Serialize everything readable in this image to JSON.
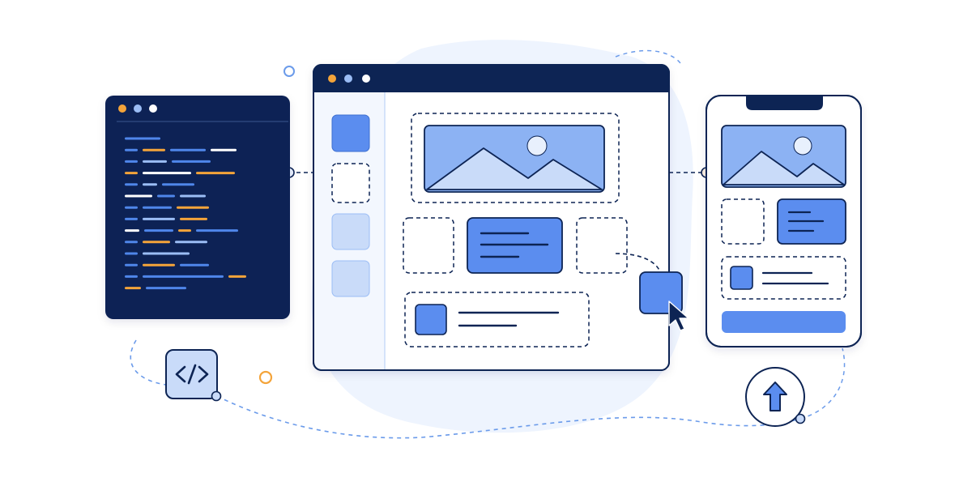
{
  "colors": {
    "navy": "#0d2454",
    "blue": "#5b8def",
    "blue_light": "#c9dbf9",
    "blue_pale": "#e8f0fd",
    "window_bg": "#f3f7fe",
    "orange": "#f4a43a",
    "blob": "#eef4fe",
    "dash": "#6b9bea"
  },
  "icons": {
    "code_editor": "code-editor-window",
    "code_badge": "code-brackets-icon",
    "upload_badge": "upload-arrow-icon",
    "cursor": "mouse-pointer-icon",
    "image": "image-placeholder-icon"
  },
  "code_lines": [
    [
      {
        "c": "blue",
        "w": 44
      }
    ],
    [
      {
        "c": "blue",
        "w": 16
      },
      {
        "c": "orange",
        "w": 28
      },
      {
        "c": "blue",
        "w": 44
      },
      {
        "c": "white",
        "w": 32
      }
    ],
    [
      {
        "c": "blue",
        "w": 16
      },
      {
        "c": "light",
        "w": 30
      },
      {
        "c": "blue",
        "w": 48
      }
    ],
    [
      {
        "c": "orange",
        "w": 16
      },
      {
        "c": "white",
        "w": 60
      },
      {
        "c": "orange",
        "w": 48
      }
    ],
    [
      {
        "c": "blue",
        "w": 16
      },
      {
        "c": "light",
        "w": 18
      },
      {
        "c": "blue",
        "w": 40
      }
    ],
    [
      {
        "c": "white",
        "w": 34
      },
      {
        "c": "blue",
        "w": 22
      },
      {
        "c": "light",
        "w": 32
      }
    ],
    [
      {
        "c": "blue",
        "w": 16
      },
      {
        "c": "blue",
        "w": 36
      },
      {
        "c": "orange",
        "w": 40
      }
    ],
    [
      {
        "c": "blue",
        "w": 16
      },
      {
        "c": "light",
        "w": 40
      },
      {
        "c": "orange",
        "w": 34
      }
    ],
    [
      {
        "c": "white",
        "w": 18
      },
      {
        "c": "blue",
        "w": 36
      },
      {
        "c": "orange",
        "w": 16
      },
      {
        "c": "blue",
        "w": 52
      }
    ],
    [
      {
        "c": "blue",
        "w": 16
      },
      {
        "c": "orange",
        "w": 34
      },
      {
        "c": "light",
        "w": 40
      }
    ],
    [
      {
        "c": "blue",
        "w": 16
      },
      {
        "c": "light",
        "w": 58
      }
    ],
    [
      {
        "c": "blue",
        "w": 16
      },
      {
        "c": "orange",
        "w": 40
      },
      {
        "c": "blue",
        "w": 36
      }
    ],
    [
      {
        "c": "blue",
        "w": 16
      },
      {
        "c": "blue",
        "w": 100
      },
      {
        "c": "orange",
        "w": 22
      }
    ],
    [
      {
        "c": "orange",
        "w": 20
      },
      {
        "c": "blue",
        "w": 50
      }
    ]
  ]
}
